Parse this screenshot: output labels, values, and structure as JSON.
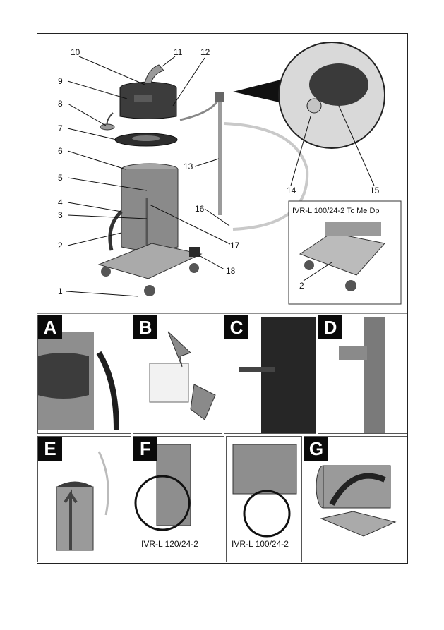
{
  "callouts": [
    "1",
    "2",
    "3",
    "4",
    "5",
    "6",
    "7",
    "8",
    "9",
    "10",
    "11",
    "12",
    "13",
    "14",
    "15",
    "16",
    "17",
    "18"
  ],
  "inset": {
    "model": "IVR-L 100/24-2 Tc Me Dp",
    "callout": "2"
  },
  "panels": {
    "a": "A",
    "b": "B",
    "c": "C",
    "d": "D",
    "e": "E",
    "f": "F",
    "g": "G"
  },
  "captions": {
    "f_left": "IVR-L 120/24-2",
    "f_right": "IVR-L 100/24-2"
  },
  "colors": {
    "panel_grey": "#bdbdbd",
    "label_bg": "#0a0a0a",
    "label_fg": "#ffffff",
    "container": "#8a8a8a",
    "head": "#3c3c3c"
  }
}
